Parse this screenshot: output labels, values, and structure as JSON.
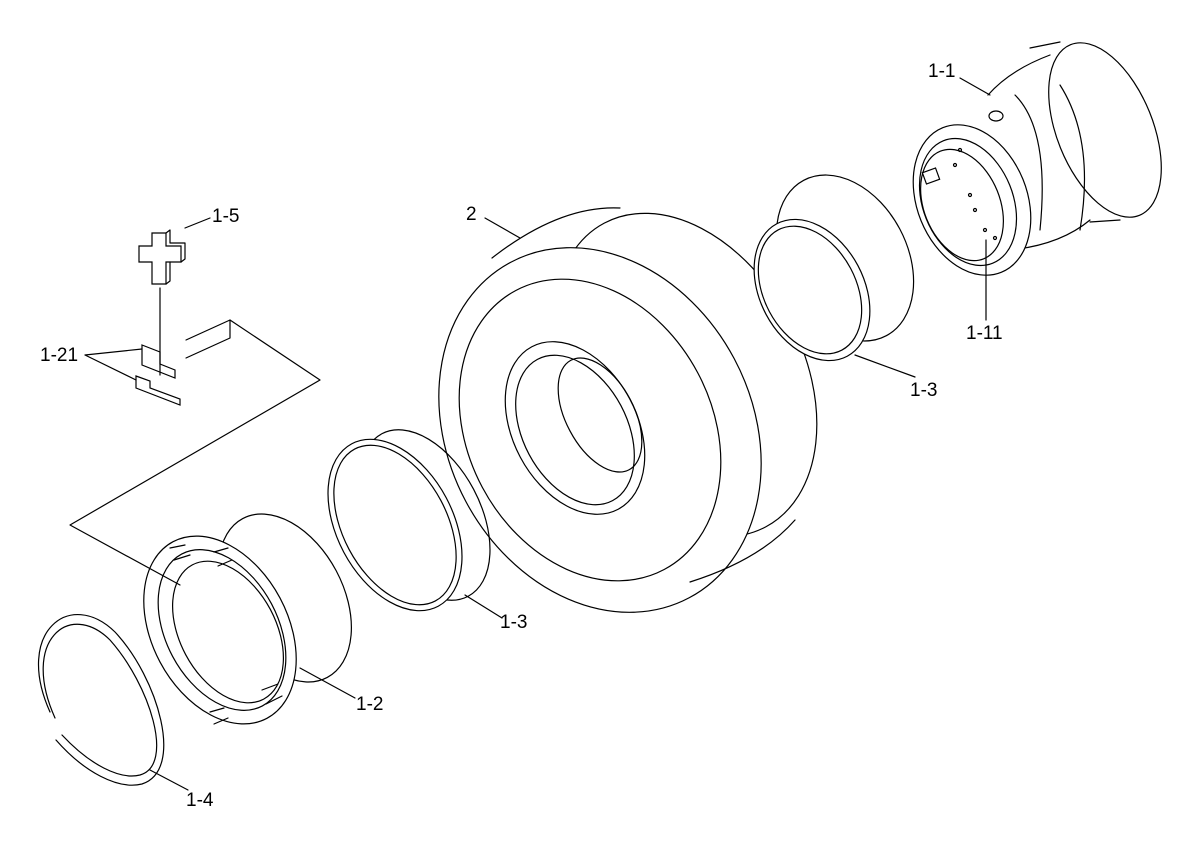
{
  "diagram": {
    "parts": {
      "p_1_1": "1-1",
      "p_1_11": "1-11",
      "p_2": "2",
      "p_1_3_top": "1-3",
      "p_1_3_bottom": "1-3",
      "p_1_5": "1-5",
      "p_1_21": "1-21",
      "p_1_2": "1-2",
      "p_1_4": "1-4"
    }
  }
}
